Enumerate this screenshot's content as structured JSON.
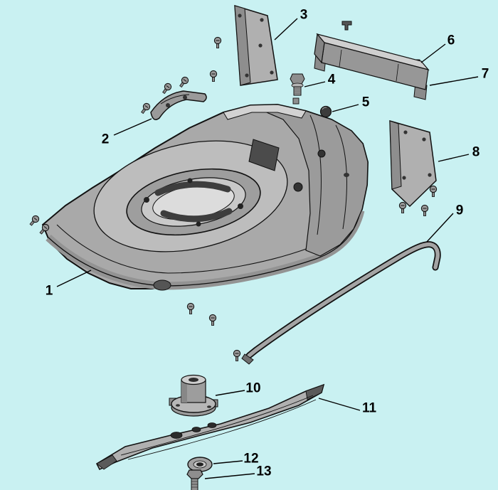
{
  "diagram": {
    "background_color": "#c9f1f2",
    "outline_color": "#111111",
    "part_color": "#a9a9a9",
    "callout_count": 13,
    "callouts": [
      {
        "label": "1"
      },
      {
        "label": "2"
      },
      {
        "label": "3"
      },
      {
        "label": "4"
      },
      {
        "label": "5"
      },
      {
        "label": "6"
      },
      {
        "label": "7"
      },
      {
        "label": "8"
      },
      {
        "label": "9"
      },
      {
        "label": "10"
      },
      {
        "label": "11"
      },
      {
        "label": "12"
      },
      {
        "label": "13"
      }
    ]
  }
}
